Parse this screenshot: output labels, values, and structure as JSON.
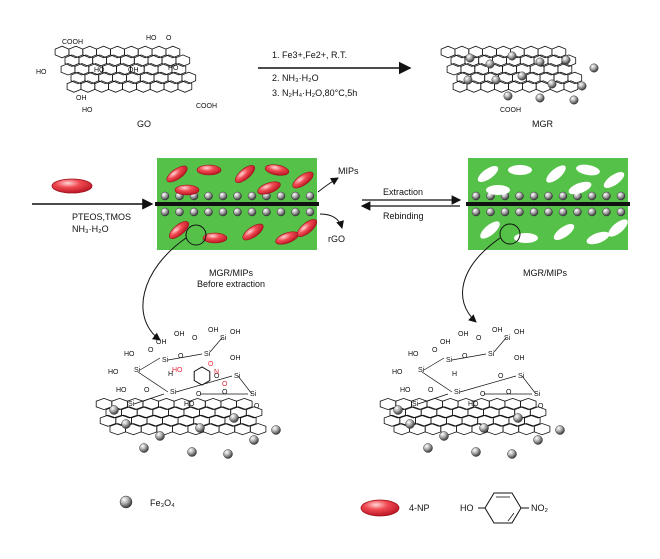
{
  "top": {
    "go_label": "GO",
    "mgr_label": "MGR",
    "steps": [
      "1.  Fe3+,Fe2+, R.T.",
      "2.  NH₃·H₂O",
      "3.  N₂H₄·H₂O,80°C,5h"
    ]
  },
  "middle": {
    "reagents": [
      "PTEOS,TMOS",
      "NH₃·H₂O"
    ],
    "mips": "MIPs",
    "rgo": "rGO",
    "extraction": "Extraction",
    "rebinding": "Rebinding",
    "caption_left": [
      "MGR/MIPs",
      "Before extraction"
    ],
    "caption_right": "MGR/MIPs"
  },
  "chem": {
    "cooh": "COOH",
    "ho": "HO",
    "oh": "OH",
    "o": "O",
    "h": "H",
    "si": "Si",
    "n": "N"
  },
  "legend": {
    "fe3o4": "Fe₃O₄",
    "np": "4-NP",
    "ho": "HO",
    "no2": "NO₂"
  },
  "colors": {
    "green": "#55c149",
    "template_red": "#e8283a",
    "graphene": "#111111",
    "sphere": "#8e8e8e"
  }
}
